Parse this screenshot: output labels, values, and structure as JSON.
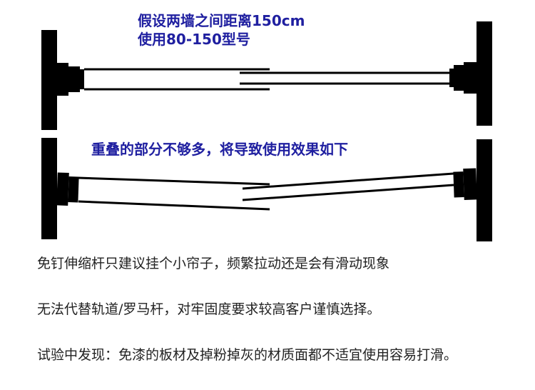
{
  "diagram": {
    "caption_top": {
      "line1": "假设两墙之间距离150cm",
      "line2": "使用80-150型号"
    },
    "caption_bottom": "重叠的部分不够多，将导致使用效果如下",
    "colors": {
      "caption": "#1f1fa0",
      "wall": "#000000",
      "rod": "#000000",
      "background": "#ffffff"
    }
  },
  "notes": [
    "免钉伸缩杆只建议挂个小帘子，频繁拉动还是会有滑动现象",
    "无法代替轨道/罗马杆，对牢固度要求较高客户谨慎选择。",
    "试验中发现：免漆的板材及掉粉掉灰的材质面都不适宜使用容易打滑。"
  ],
  "colors": {
    "text": "#222222"
  }
}
